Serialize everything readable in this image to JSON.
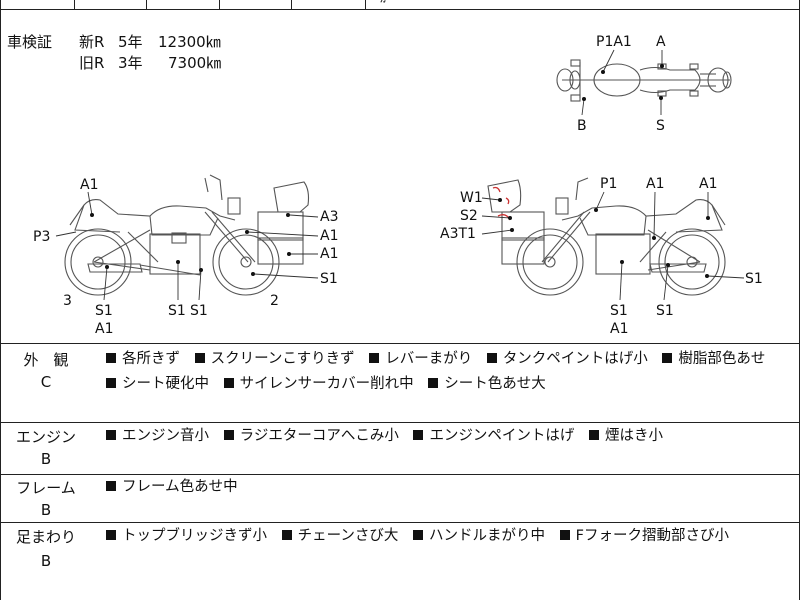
{
  "header_glyph": "ｶ",
  "inspection": {
    "label": "車検証",
    "rows": [
      {
        "type": "新R",
        "years": "5年",
        "distance": "12300㎞"
      },
      {
        "type": "旧R",
        "years": "3年",
        "distance": "7300㎞"
      }
    ]
  },
  "diagram_labels": {
    "top": {
      "p1a1": "P1A1",
      "a": "A",
      "b": "B",
      "s": "S"
    },
    "left": {
      "a1_top": "A1",
      "a3": "A3",
      "a1_mid": "A1",
      "a1_low": "A1",
      "p3": "P3",
      "s1_right": "S1",
      "num3": "3",
      "num2": "2",
      "s1_a": "S1",
      "a1_bottom": "A1",
      "s1_b": "S1",
      "s1_c": "S1"
    },
    "right": {
      "w1": "W1",
      "s2": "S2",
      "a3t1": "A3T1",
      "p1": "P1",
      "a1_a": "A1",
      "a1_b": "A1",
      "s1_right": "S1",
      "s1_a": "S1",
      "a1_bottom": "A1",
      "s1_b": "S1"
    }
  },
  "sections": [
    {
      "category": "外　観",
      "grade": "C",
      "items": [
        "各所きず",
        "スクリーンこすりきず",
        "レバーまがり",
        "タンクペイントはげ小",
        "樹脂部色あせ",
        "シート硬化中",
        "サイレンサーカバー削れ中",
        "シート色あせ大"
      ]
    },
    {
      "category": "エンジン",
      "grade": "B",
      "items": [
        "エンジン音小",
        "ラジエターコアへこみ小",
        "エンジンペイントはげ",
        "煙はき小"
      ]
    },
    {
      "category": "フレーム",
      "grade": "B",
      "items": [
        "フレーム色あせ中"
      ]
    },
    {
      "category": "足まわり",
      "grade": "B",
      "items": [
        "トップブリッジきず小",
        "チェーンさび大",
        "ハンドルまがり中",
        "Fフォーク摺動部さび小"
      ]
    }
  ]
}
